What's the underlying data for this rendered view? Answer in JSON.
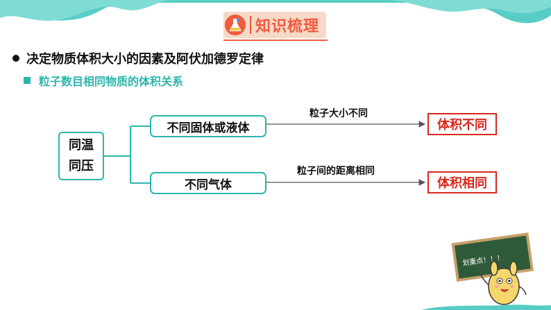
{
  "header": {
    "title": "知识梳理",
    "accent_color": "#f05a3f",
    "wave_color": "#58cdc5"
  },
  "content": {
    "heading": "决定物质体积大小的因素及阿伏加德罗定律",
    "subheading": "粒子数目相同物质的体积关系",
    "subheading_color": "#2bb5ad"
  },
  "diagram": {
    "condition_line1": "同温",
    "condition_line2": "同压",
    "branch1": {
      "subject": "不同固体或液体",
      "reason": "粒子大小不同",
      "result": "体积不同"
    },
    "branch2": {
      "subject": "不同气体",
      "reason": "粒子间的距离相同",
      "result": "体积相同"
    },
    "result_color": "#d7261c"
  },
  "mascot": {
    "board_text": "划重点！！！",
    "icon": "mascot-with-chalkboard"
  }
}
